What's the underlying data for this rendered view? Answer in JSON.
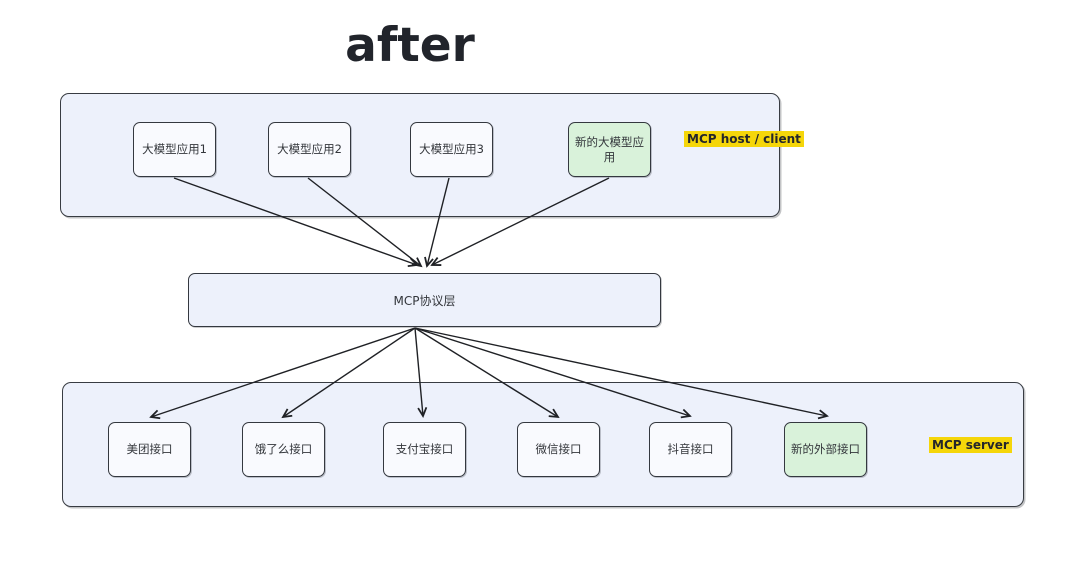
{
  "title": "after",
  "host_section": {
    "tag": "MCP host / client",
    "nodes": [
      {
        "label": "大模型应用1",
        "highlight": false
      },
      {
        "label": "大模型应用2",
        "highlight": false
      },
      {
        "label": "大模型应用3",
        "highlight": false
      },
      {
        "label": "新的大模型应用",
        "highlight": true
      }
    ]
  },
  "protocol_layer": {
    "label": "MCP协议层"
  },
  "server_section": {
    "tag": "MCP server",
    "nodes": [
      {
        "label": "美团接口",
        "highlight": false
      },
      {
        "label": "饿了么接口",
        "highlight": false
      },
      {
        "label": "支付宝接口",
        "highlight": false
      },
      {
        "label": "微信接口",
        "highlight": false
      },
      {
        "label": "抖音接口",
        "highlight": false
      },
      {
        "label": "新的外部接口",
        "highlight": true
      }
    ]
  },
  "edges": [
    {
      "from": "大模型应用1",
      "to": "MCP协议层"
    },
    {
      "from": "大模型应用2",
      "to": "MCP协议层"
    },
    {
      "from": "大模型应用3",
      "to": "MCP协议层"
    },
    {
      "from": "新的大模型应用",
      "to": "MCP协议层"
    },
    {
      "from": "MCP协议层",
      "to": "美团接口"
    },
    {
      "from": "MCP协议层",
      "to": "饿了么接口"
    },
    {
      "from": "MCP协议层",
      "to": "支付宝接口"
    },
    {
      "from": "MCP协议层",
      "to": "微信接口"
    },
    {
      "from": "MCP协议层",
      "to": "抖音接口"
    },
    {
      "from": "MCP协议层",
      "to": "新的外部接口"
    }
  ],
  "colors": {
    "container_fill": "#edf1fb",
    "node_fill": "#f9fafe",
    "new_node_fill": "#d9f2da",
    "tag_highlight": "#f5d60a",
    "border": "#34383f",
    "arrow": "#1f2125",
    "title_text": "#21242b"
  }
}
